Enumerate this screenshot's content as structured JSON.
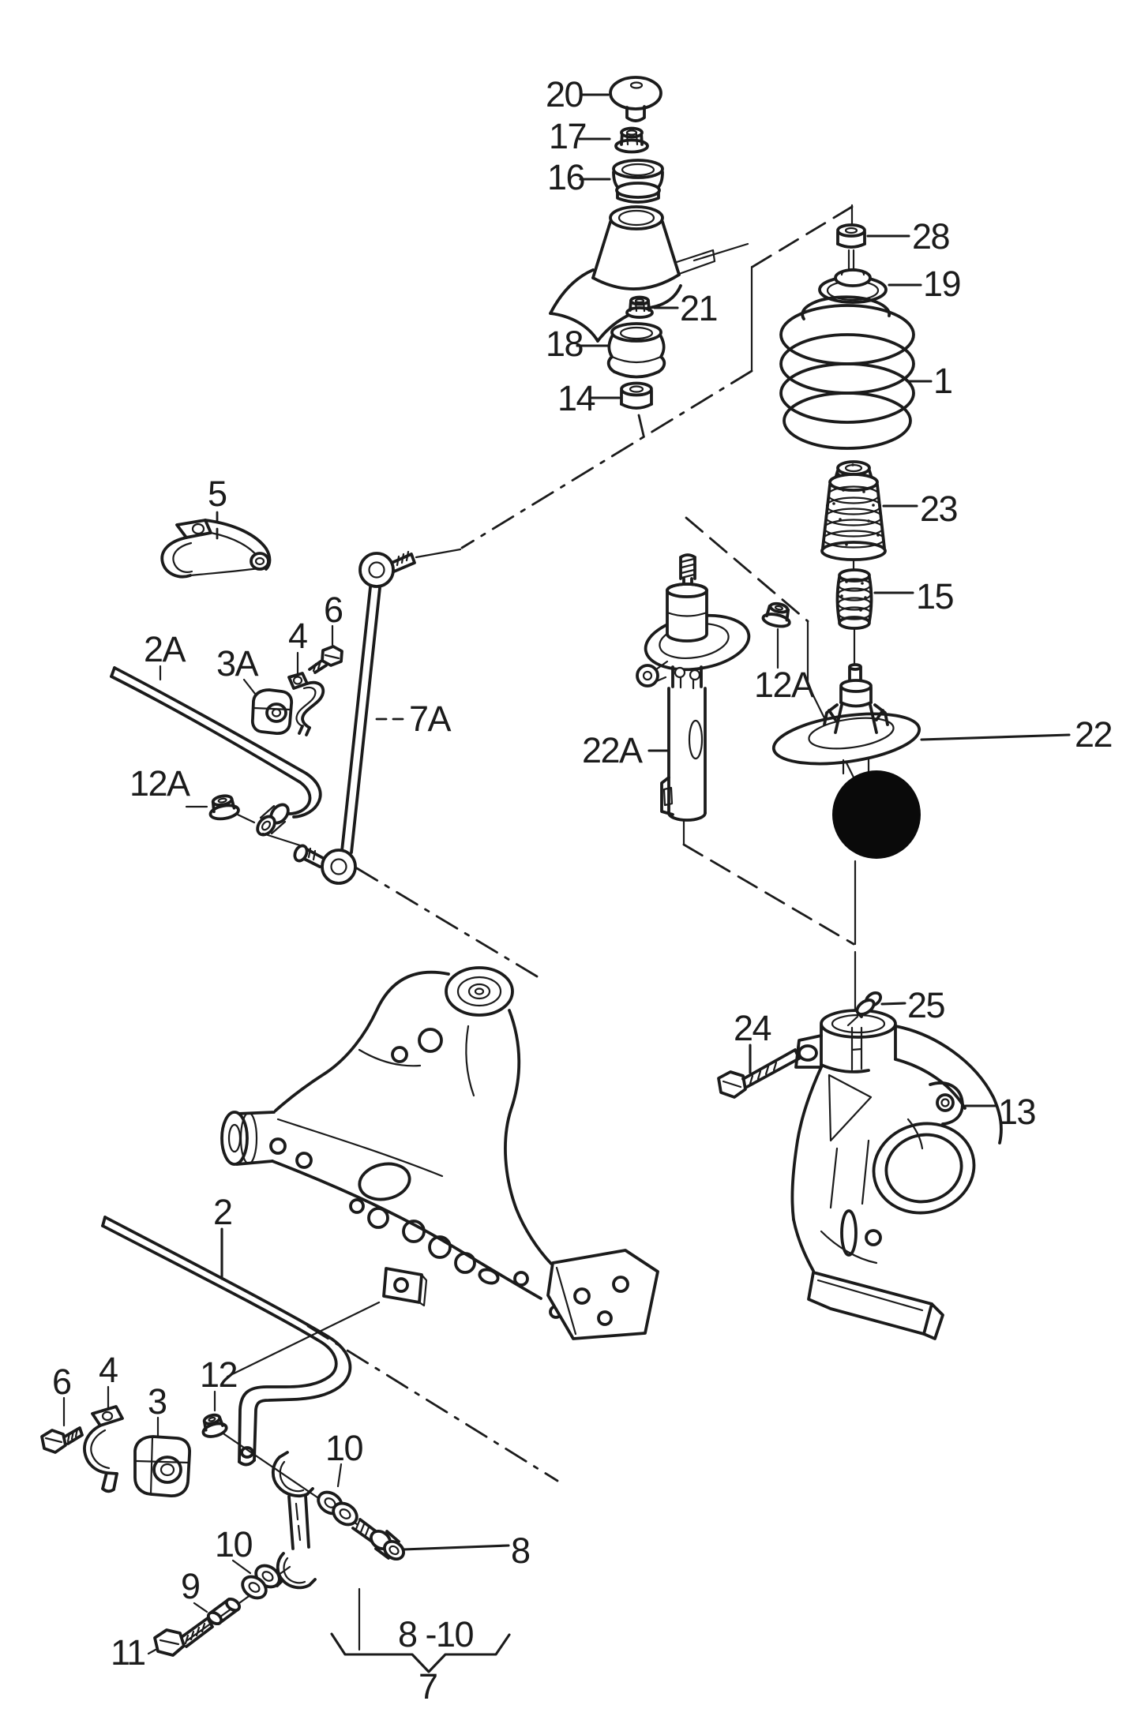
{
  "figure": {
    "type": "exploded-parts-diagram",
    "subject": "front suspension strut, coil spring, stabilizer bar and wheel bearing housing",
    "colors": {
      "ink": "#1b1b1b",
      "background": "#ffffff",
      "redacted_circle": "#0a0a0a"
    }
  },
  "labels": [
    {
      "id": "part-20",
      "text": "20"
    },
    {
      "id": "part-17",
      "text": "17"
    },
    {
      "id": "part-16",
      "text": "16"
    },
    {
      "id": "part-21",
      "text": "21"
    },
    {
      "id": "part-18",
      "text": "18"
    },
    {
      "id": "part-14",
      "text": "14"
    },
    {
      "id": "part-28",
      "text": "28"
    },
    {
      "id": "part-19",
      "text": "19"
    },
    {
      "id": "part-1",
      "text": "1"
    },
    {
      "id": "part-23",
      "text": "23"
    },
    {
      "id": "part-15",
      "text": "15"
    },
    {
      "id": "part-22",
      "text": "22"
    },
    {
      "id": "part-12a-right",
      "text": "12A"
    },
    {
      "id": "part-22a",
      "text": "22A"
    },
    {
      "id": "part-5",
      "text": "5"
    },
    {
      "id": "part-2a",
      "text": "2A"
    },
    {
      "id": "part-3a",
      "text": "3A"
    },
    {
      "id": "part-4-upper",
      "text": "4"
    },
    {
      "id": "part-6-upper",
      "text": "6"
    },
    {
      "id": "part-7a",
      "text": "7A"
    },
    {
      "id": "part-12a-left",
      "text": "12A"
    },
    {
      "id": "part-2",
      "text": "2"
    },
    {
      "id": "part-24",
      "text": "24"
    },
    {
      "id": "part-25",
      "text": "25"
    },
    {
      "id": "part-13",
      "text": "13"
    },
    {
      "id": "part-6-lower",
      "text": "6"
    },
    {
      "id": "part-4-lower",
      "text": "4"
    },
    {
      "id": "part-3",
      "text": "3"
    },
    {
      "id": "part-12",
      "text": "12"
    },
    {
      "id": "part-10-upper",
      "text": "10"
    },
    {
      "id": "part-8",
      "text": "8"
    },
    {
      "id": "part-10-lower",
      "text": "10"
    },
    {
      "id": "part-9",
      "text": "9"
    },
    {
      "id": "part-11",
      "text": "11"
    },
    {
      "id": "part-range-8-10",
      "text": "8 -10"
    },
    {
      "id": "part-7",
      "text": "7"
    }
  ]
}
